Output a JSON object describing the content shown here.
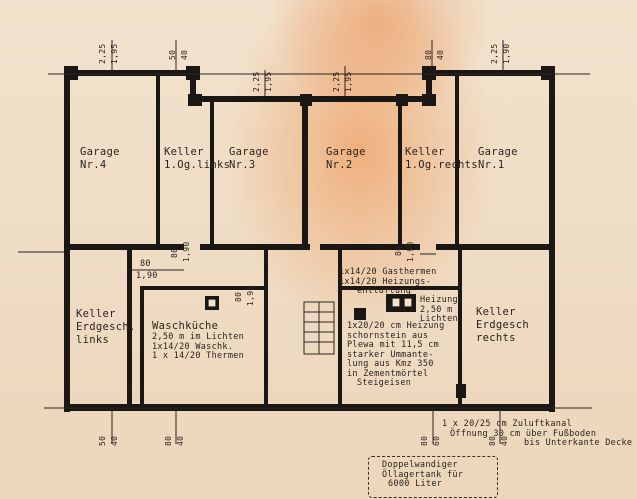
{
  "rooms": {
    "garage4": {
      "line1": "Garage",
      "line2": "Nr.4"
    },
    "keller_links_top": {
      "line1": "Keller",
      "line2": "1.Og.links"
    },
    "garage3": {
      "line1": "Garage",
      "line2": "Nr.3"
    },
    "garage2": {
      "line1": "Garage",
      "line2": "Nr.2"
    },
    "keller_rechts_top": {
      "line1": "Keller",
      "line2": "1.Og.rechts"
    },
    "garage1": {
      "line1": "Garage",
      "line2": "Nr.1"
    },
    "keller_erdgesch_links": {
      "line1": "Keller",
      "line2": "Erdgesch.",
      "line3": "links"
    },
    "waschkueche": {
      "line1": "Waschküche",
      "line2": "2,50 m im Lichten",
      "line3": "1x14/20 Waschk.",
      "line4": "1 x 14/20 Thermen"
    },
    "keller_erdgesch_rechts": {
      "line1": "Keller",
      "line2": "Erdgesch",
      "line3": "rechts"
    }
  },
  "notes": {
    "gastherm1": "1x14/20 Gasthermen",
    "gastherm2": "1x14/20 Heizungs-",
    "gastherm3": "entlüftung",
    "heizung1": "Heizung",
    "heizung2": "2,50 m",
    "heizung3": "Lichten",
    "schorn1": "1x20/20 cm Heizung",
    "schorn2": "schornstein aus",
    "schorn3": "Plewa mit 11,5 cm",
    "schorn4": "starker Ummante-",
    "schorn5": "lung aus Kmz 350",
    "schorn6": "in Zementmörtel",
    "schorn7": "Steigeisen",
    "zuluft1": "1 x 20/25 cm Zuluftkanal",
    "zuluft2": "Öffnung 30 cm über Fußboden",
    "zuluft3": "bis Unterkante Decke",
    "tank1": "Doppelwandiger",
    "tank2": "Öllagertank für",
    "tank3": "6000 Liter"
  },
  "dims": {
    "top_225a": "2,25",
    "top_195a": "1,95",
    "top_50": "50",
    "top_40a": "40",
    "top_225b": "2,25",
    "top_195b": "1,95",
    "top_225c": "2,25",
    "top_195c": "1,95",
    "top_80": "80",
    "top_40b": "40",
    "top_225d": "2,25",
    "top_195d": "1,90",
    "mid_80a": "80",
    "mid_190a": "1,90",
    "mid_80b": "80",
    "mid_190b": "1,90",
    "mid_80c": "80",
    "mid_190c": "1,90",
    "mid_80d": "80",
    "mid_190d": "1,90",
    "bot_50": "50",
    "bot_40a": "40",
    "bot_80a": "80",
    "bot_40b": "40",
    "bot_80b": "80",
    "bot_60": "60",
    "bot_80c": "80",
    "bot_40c": "40"
  },
  "colors": {
    "ink": "#2a2320",
    "wall": "#1b1715"
  }
}
